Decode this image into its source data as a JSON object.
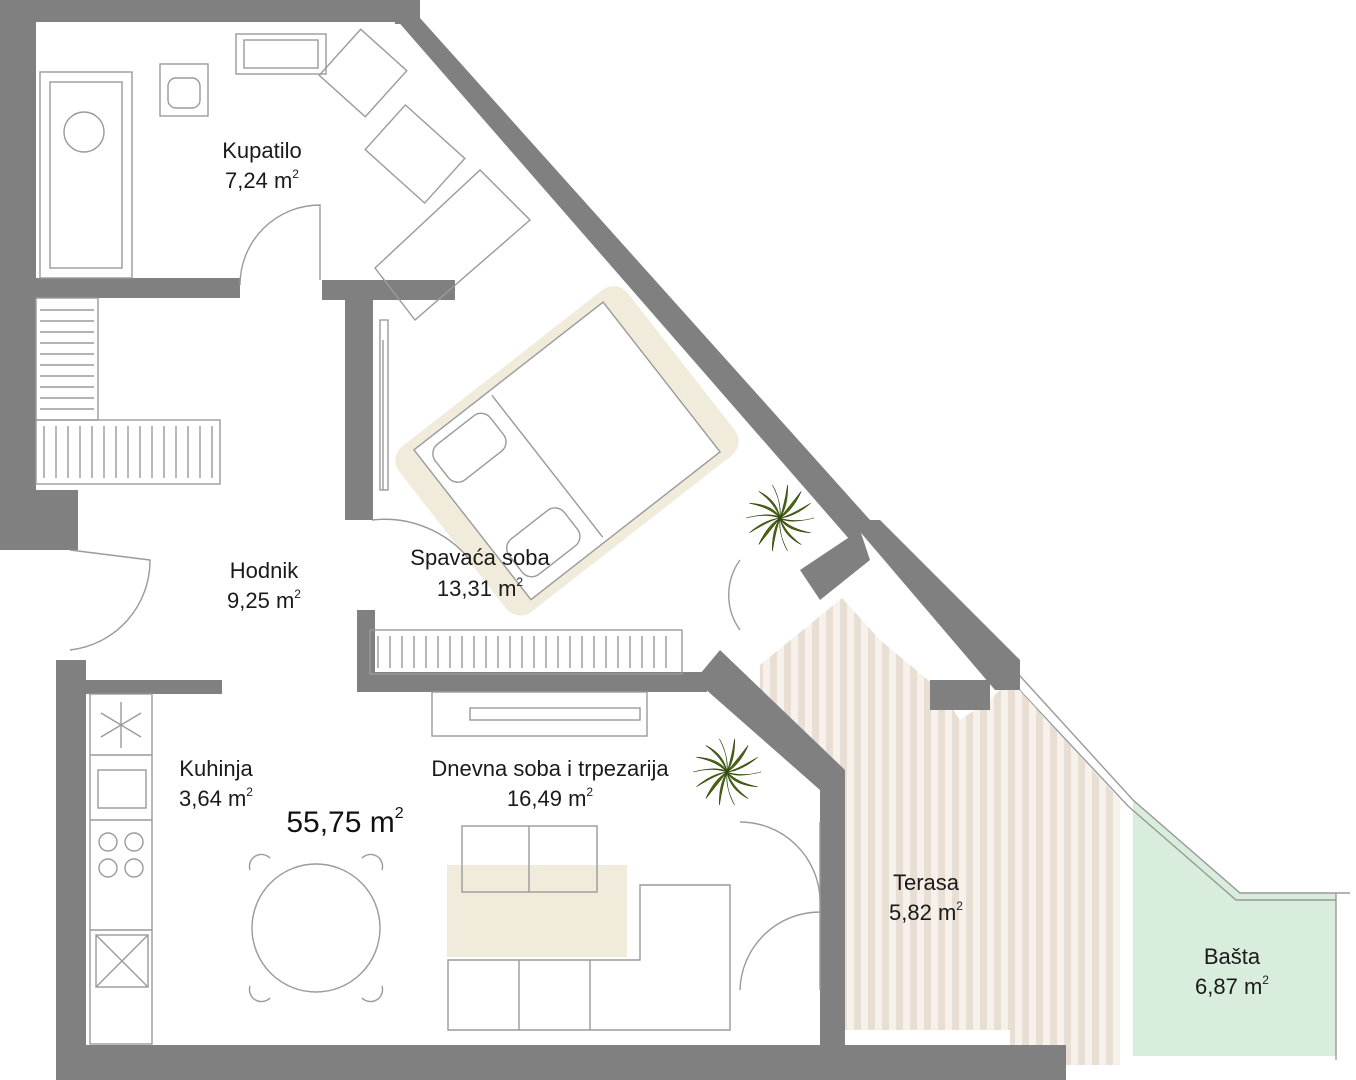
{
  "colors": {
    "wall": "#808080",
    "terrace_stripe_a": "#e8ded3",
    "terrace_stripe_b": "#f6f1eb",
    "garden": "#d8eddc",
    "rug": "#f0ebda",
    "plant": "#4c6a12"
  },
  "total_area": {
    "value": "55,75 m",
    "unit_exp": "2"
  },
  "rooms": [
    {
      "id": "kupatilo",
      "name": "Kupatilo",
      "area": "7,24 m",
      "exp": "2"
    },
    {
      "id": "hodnik",
      "name": "Hodnik",
      "area": "9,25 m",
      "exp": "2"
    },
    {
      "id": "spavaca",
      "name": "Spavaća soba",
      "area": "13,31 m",
      "exp": "2"
    },
    {
      "id": "kuhinja",
      "name": "Kuhinja",
      "area": "3,64 m",
      "exp": "2"
    },
    {
      "id": "dnevna",
      "name": "Dnevna soba i trpezarija",
      "area": "16,49 m",
      "exp": "2"
    },
    {
      "id": "terasa",
      "name": "Terasa",
      "area": "5,82 m",
      "exp": "2"
    },
    {
      "id": "basta",
      "name": "Bašta",
      "area": "6,87 m",
      "exp": "2"
    }
  ],
  "icons": [
    "plant-icon",
    "snowflake-icon",
    "sink-icon",
    "toilet-icon",
    "bathtub-icon",
    "washing-machine-icon",
    "stove-icon",
    "bed-icon",
    "sofa-icon",
    "dining-table-icon"
  ]
}
